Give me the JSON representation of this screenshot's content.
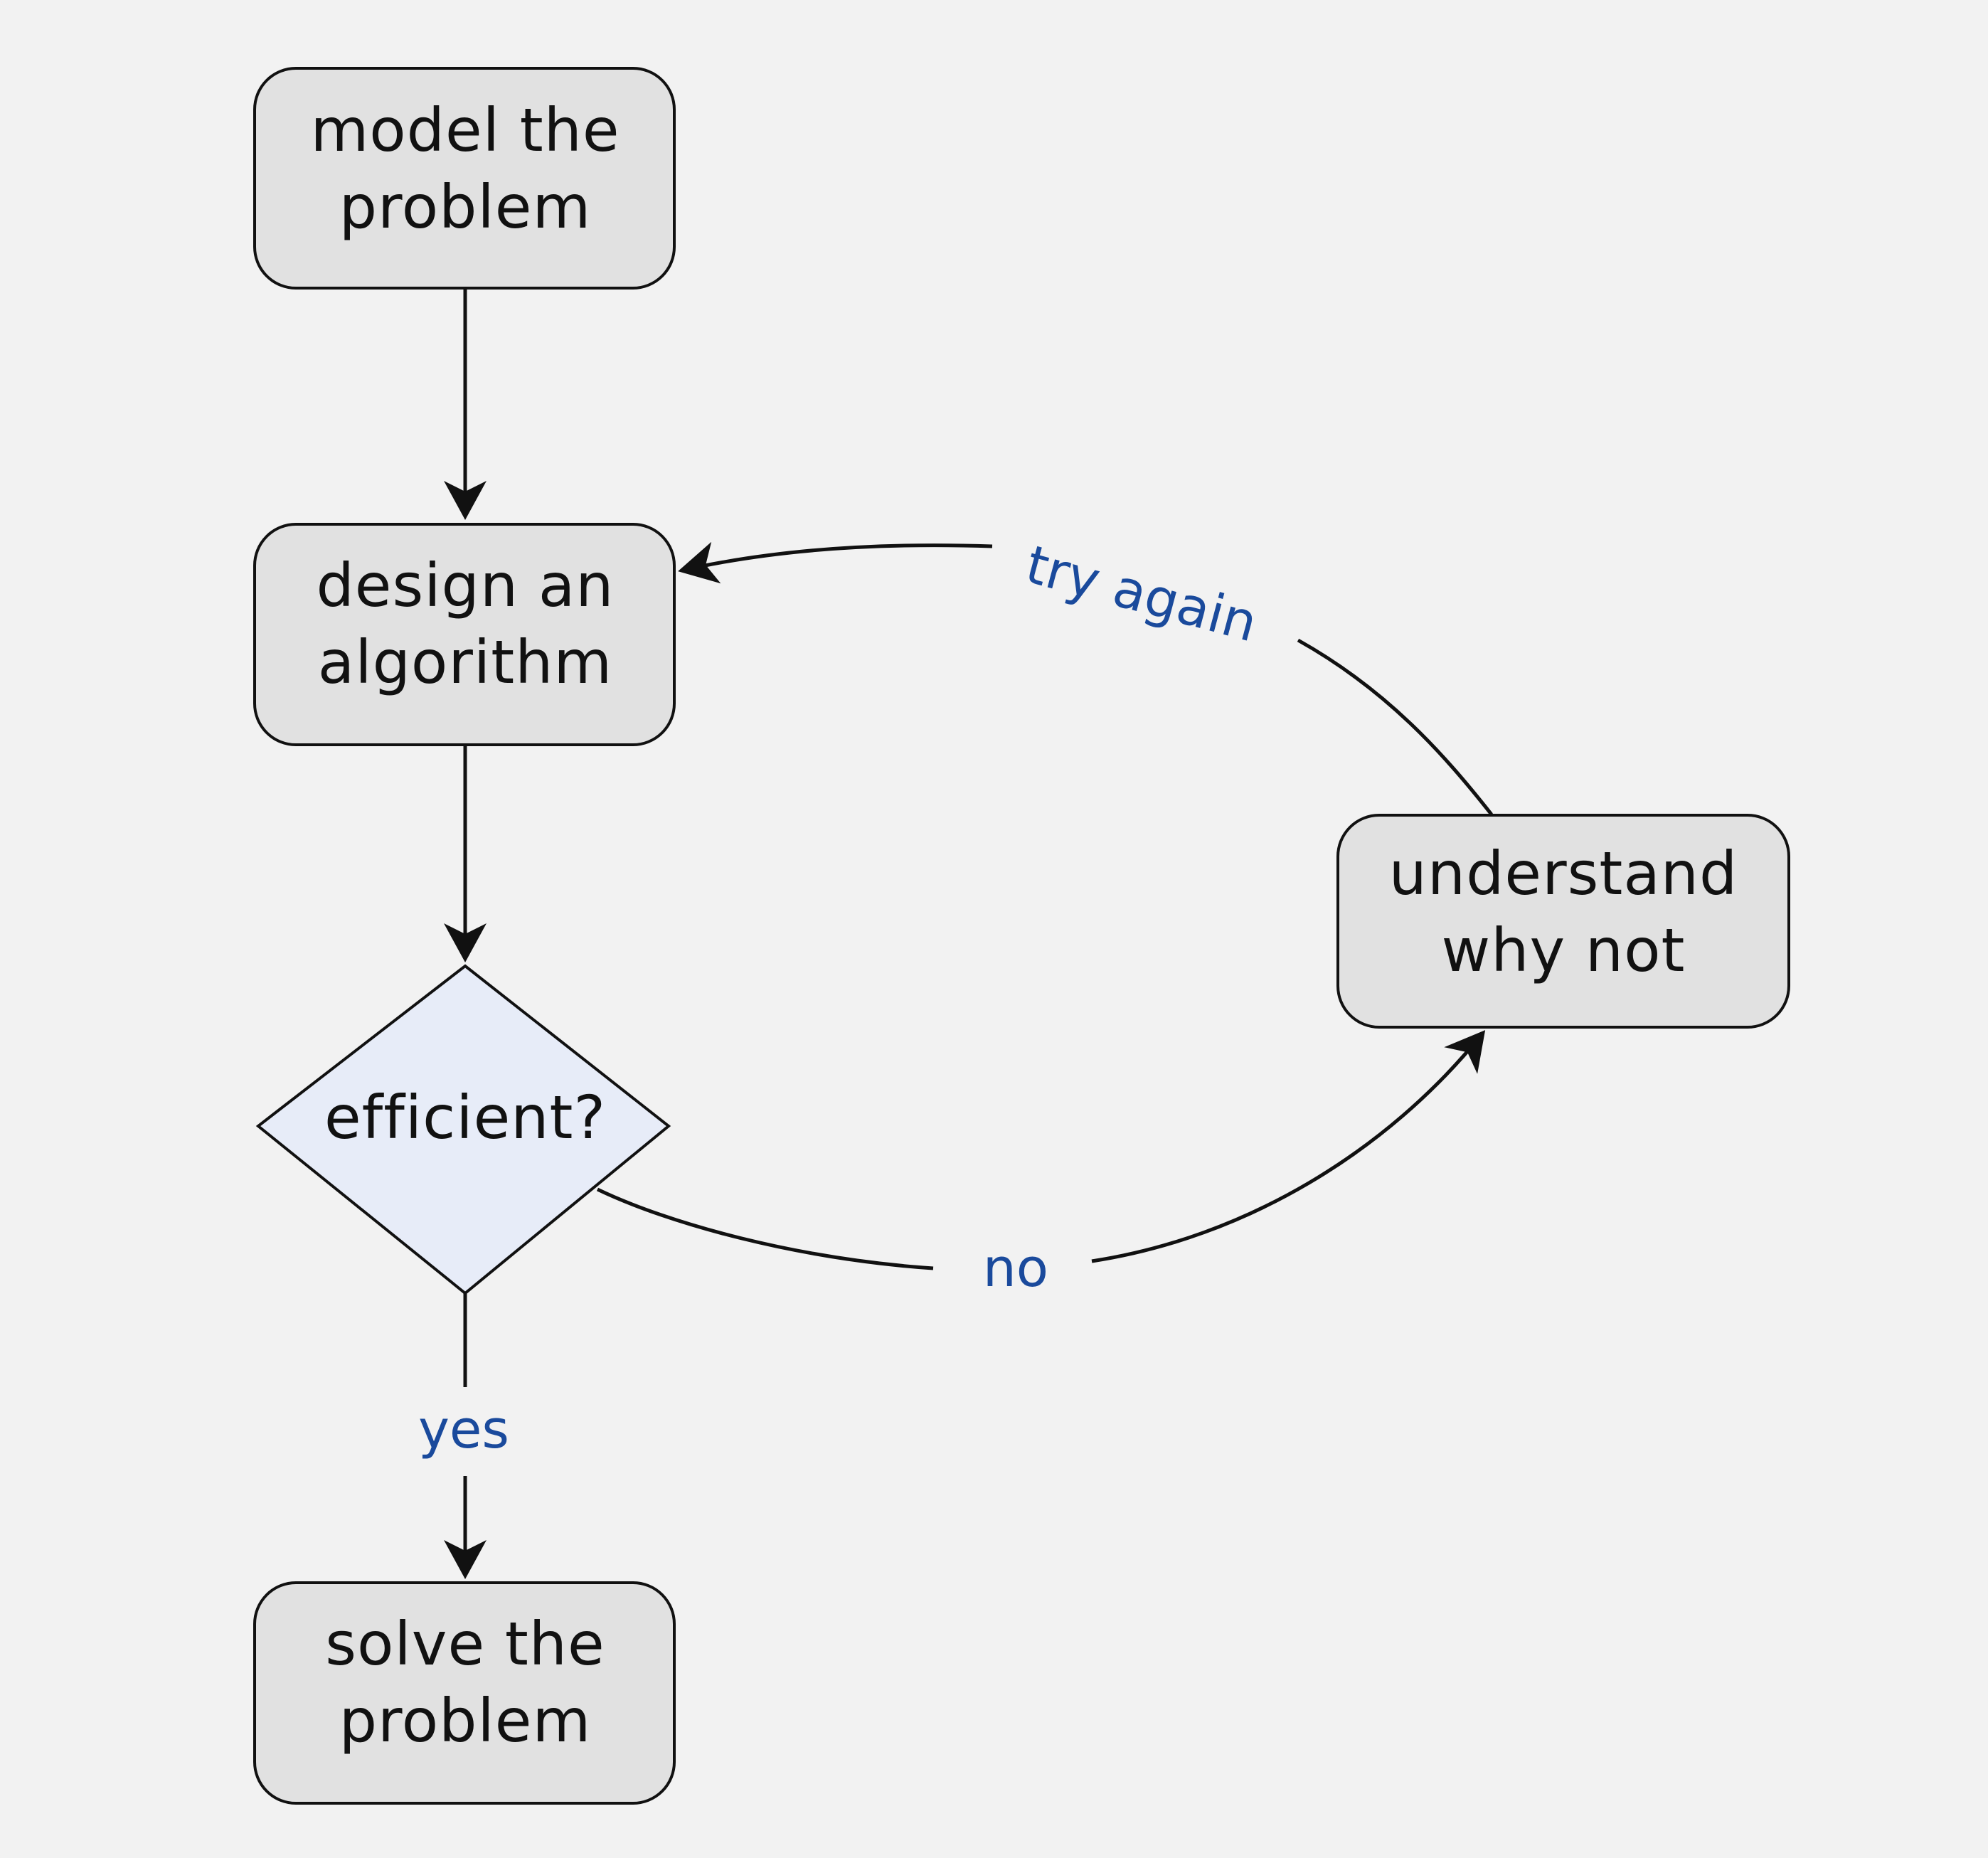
{
  "diagram": {
    "nodes": {
      "model": {
        "line1": "model the",
        "line2": "problem"
      },
      "design": {
        "line1": "design an",
        "line2": "algorithm"
      },
      "decision": {
        "label": "efficient?"
      },
      "understand": {
        "line1": "understand",
        "line2": "why not"
      },
      "solve": {
        "line1": "solve the",
        "line2": "problem"
      }
    },
    "edge_labels": {
      "yes": "yes",
      "no": "no",
      "try_again": "try again"
    },
    "colors": {
      "box_fill": "#e1e1e1",
      "decision_fill": "#e7ecf8",
      "label_color": "#1a4a9c",
      "background": "#f2f2f2"
    }
  }
}
